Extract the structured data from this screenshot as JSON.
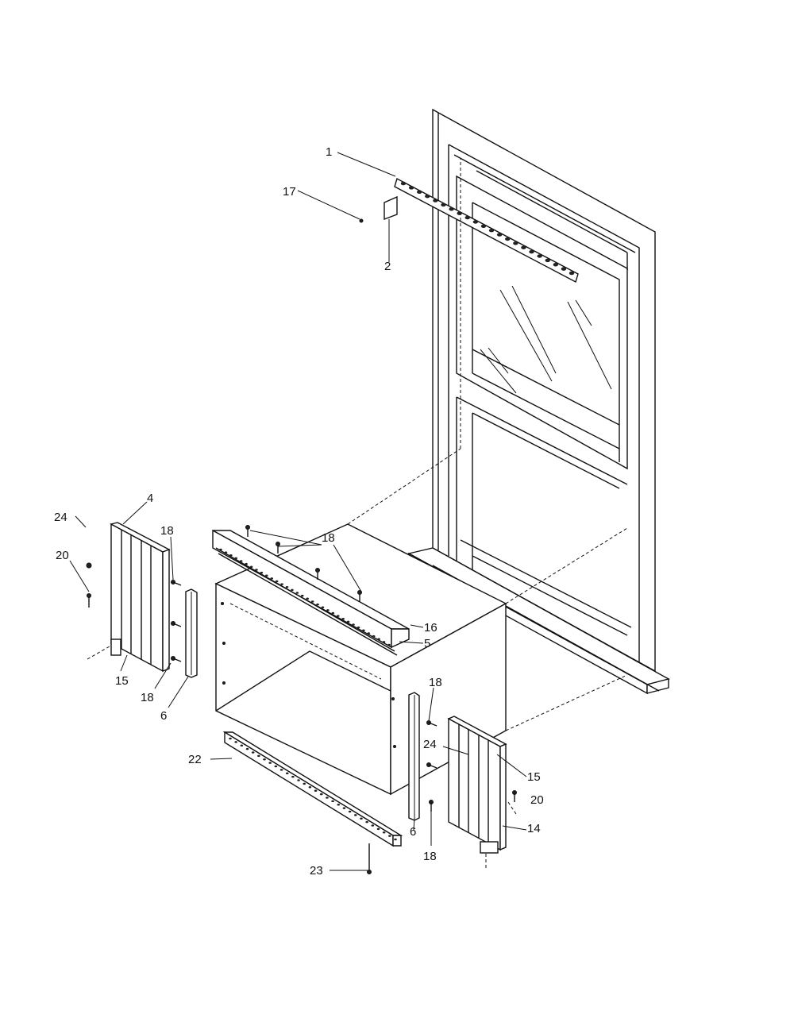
{
  "callouts": {
    "c1": "1",
    "c2": "2",
    "c4": "4",
    "c5": "5",
    "c6a": "6",
    "c6b": "6",
    "c14": "14",
    "c15a": "15",
    "c15b": "15",
    "c16": "16",
    "c17": "17",
    "c18a": "18",
    "c18b": "18",
    "c18c": "18",
    "c18d": "18",
    "c18e": "18",
    "c20a": "20",
    "c20b": "20",
    "c22": "22",
    "c23": "23",
    "c24a": "24",
    "c24b": "24"
  }
}
